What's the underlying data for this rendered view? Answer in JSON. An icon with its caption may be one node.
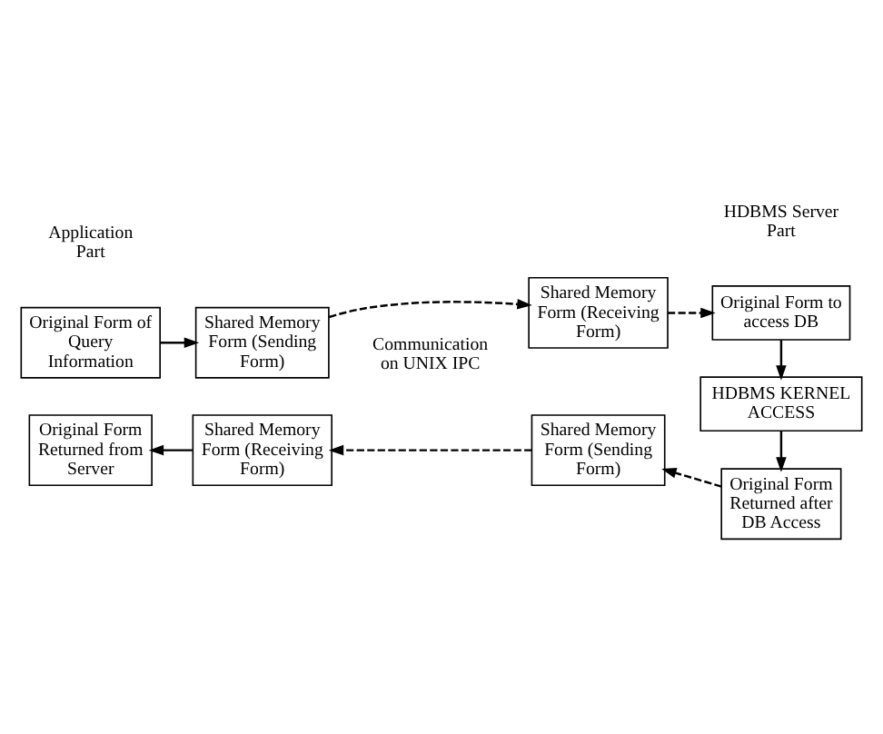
{
  "diagram": {
    "nodes": [
      {
        "text": [
          "Original Form of Query Information"
        ]
      },
      {
        "text": [
          "Shared Memory Form (Sending Form)"
        ]
      },
      {
        "text": [
          "Shared Memory Form (Receiving Form)"
        ]
      },
      {
        "text": [
          "Original Form to access DB"
        ]
      },
      {
        "text": [
          "HDBMS KERNEL ACCESS"
        ]
      },
      {
        "text": [
          "Original Form Returned after DB Access"
        ]
      },
      {
        "text": [
          "Shared Memory Form (Sending Form)"
        ]
      },
      {
        "text": [
          "Shared Memory Form (Receiving Form)"
        ]
      },
      {
        "text": [
          "Original Form Returned from Server"
        ]
      }
    ],
    "edges": [
      {
        "from": 0,
        "to": 1,
        "arrow": "to"
      },
      {
        "from": 1,
        "to": 2,
        "arrow": "to",
        "style": "dashed"
      },
      {
        "from": 2,
        "to": 3,
        "arrow": "to",
        "style": "dashed"
      },
      {
        "from": 3,
        "to": 4,
        "arrow": "to"
      },
      {
        "from": 4,
        "to": 5,
        "arrow": "to"
      },
      {
        "from": 5,
        "to": 6,
        "arrow": "to",
        "style": "dashed"
      },
      {
        "from": 6,
        "to": 7,
        "arrow": "to",
        "style": "dashed"
      },
      {
        "from": 7,
        "to": 8,
        "arrow": "to"
      }
    ],
    "labels": [
      "Application Part",
      "Communication on UNIX IPC",
      "HDBMS Server Part"
    ]
  }
}
